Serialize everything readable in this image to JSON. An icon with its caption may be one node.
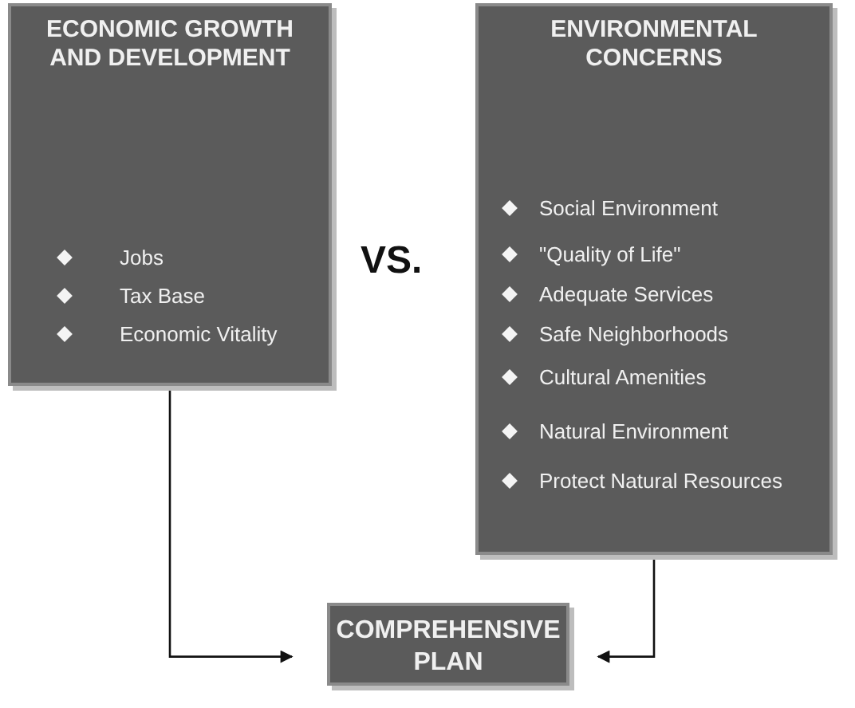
{
  "diagram": {
    "nodes": [
      {
        "text": [
          "ECONOMIC GROWTH AND DEVELOPMENT",
          "Jobs",
          "Tax Base",
          "Economic Vitality"
        ]
      },
      {
        "text": [
          "ENVIRONMENTAL CONCERNS",
          "Social Environment",
          "\"Quality of Life\"",
          "Adequate Services",
          "Safe Neighborhoods",
          "Cultural Amenities",
          "Natural Environment",
          "Protect Natural Resources"
        ]
      },
      {
        "text": [
          "COMPREHENSIVE PLAN"
        ]
      }
    ],
    "edges": [
      {
        "from": 0,
        "to": 2,
        "arrow": "to"
      },
      {
        "from": 1,
        "to": 2,
        "arrow": "to"
      }
    ],
    "labels": [
      "VS."
    ]
  }
}
